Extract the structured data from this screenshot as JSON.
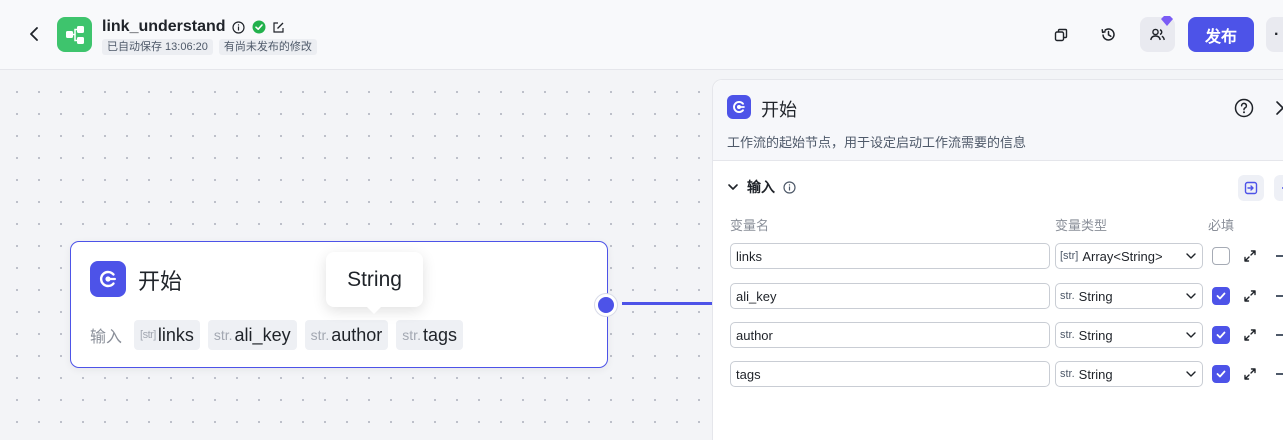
{
  "header": {
    "app_title": "link_understand",
    "status_saved": "已自动保存 13:06:20",
    "status_unpublished": "有尚未发布的修改",
    "publish_label": "发布",
    "more_label": "·"
  },
  "node": {
    "title": "开始",
    "inputs_label": "输入",
    "chips": [
      {
        "type": "[str]",
        "name": "links"
      },
      {
        "type": "str.",
        "name": "ali_key"
      },
      {
        "type": "str.",
        "name": "author"
      },
      {
        "type": "str.",
        "name": "tags"
      }
    ],
    "tooltip": "String"
  },
  "panel": {
    "title": "开始",
    "description": "工作流的起始节点，用于设定启动工作流需要的信息",
    "section_title": "输入",
    "col_name": "变量名",
    "col_type": "变量类型",
    "col_required": "必填",
    "rows": [
      {
        "name": "links",
        "type_icon": "[str]",
        "type": "Array<String>",
        "required": false
      },
      {
        "name": "ali_key",
        "type_icon": "str.",
        "type": "String",
        "required": true
      },
      {
        "name": "author",
        "type_icon": "str.",
        "type": "String",
        "required": true
      },
      {
        "name": "tags",
        "type_icon": "str.",
        "type": "String",
        "required": true
      }
    ]
  },
  "colors": {
    "accent": "#4d53e8",
    "app_icon": "#3ec46d",
    "check_ok": "#22b14c"
  }
}
